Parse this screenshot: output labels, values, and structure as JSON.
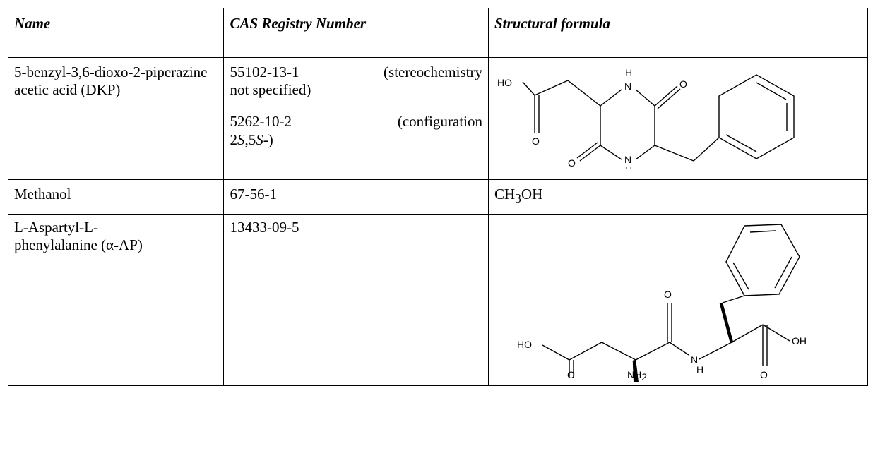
{
  "headers": {
    "name": "Name",
    "cas": "CAS Registry Number",
    "formula": "Structural formula"
  },
  "rows": [
    {
      "name": "5-benzyl-3,6-dioxo-2-piperazine acetic acid (DKP)",
      "cas_entries": [
        {
          "number": "55102-13-1",
          "note_a": "(stereochemistry",
          "note_b": "not specified)"
        },
        {
          "number": "5262-10-2",
          "note_a": "(configuration",
          "note_b_pre": "2",
          "s1": "S",
          "mid": ",5",
          "s2": "S",
          "tail": "-)"
        }
      ],
      "structure_labels": {
        "ho": "HO",
        "o1": "O",
        "o2": "O",
        "o3": "O",
        "h_top": "H",
        "n_top": "N",
        "n_bot": "N",
        "h_bot": "H"
      }
    },
    {
      "name": "Methanol",
      "cas": "67-56-1",
      "formula_pre": "CH",
      "formula_sub": "3",
      "formula_post": "OH"
    },
    {
      "name_line1": "L-Aspartyl-L-",
      "name_line2_pre": "phenylalanine (",
      "alpha": "α",
      "name_line2_post": "-AP)",
      "cas": "13433-09-5",
      "structure_labels": {
        "ho": "HO",
        "oh": "OH",
        "o_amide": "O",
        "o_acid1": "O",
        "o_acid2": "O",
        "n": "N",
        "h": "H",
        "nh": "NH",
        "nh_sub": "2"
      }
    }
  ]
}
